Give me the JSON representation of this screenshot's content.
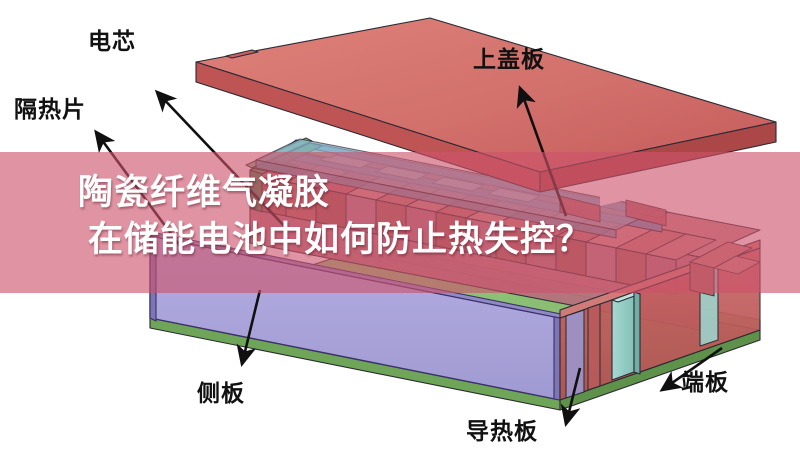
{
  "image": {
    "kind": "technical-cutaway-illustration",
    "subject": "energy-storage battery pack exploded view",
    "background_color": "#ffffff"
  },
  "banner": {
    "background_color": "#cd526a",
    "text_color": "#ffffff",
    "line1": "陶瓷纤维气凝胶",
    "line2": "在储能电池中如何防止热失控？"
  },
  "callouts": [
    {
      "id": "cell",
      "label": "电芯",
      "color": "#111111"
    },
    {
      "id": "insulation",
      "label": "隔热片",
      "color": "#111111"
    },
    {
      "id": "topcover",
      "label": "上盖板",
      "color": "#111111"
    },
    {
      "id": "sideplate",
      "label": "侧板",
      "color": "#111111"
    },
    {
      "id": "heatplate",
      "label": "导热板",
      "color": "#111111"
    },
    {
      "id": "endplate",
      "label": "端板",
      "color": "#111111"
    }
  ],
  "palette": {
    "top_cover_top": "#d9756f",
    "top_cover_front": "#c04b4b",
    "top_cover_side": "#b84a4a",
    "side_plate": "#a9a4da",
    "side_plate_edge": "#3b2f6b",
    "heat_plate": "#86c06a",
    "heat_plate_edge": "#3f7a33",
    "end_plate": "#8fcdc4",
    "end_panel_red": "#bf5a5a",
    "cell_red": "#c4726f",
    "cell_brown": "#a85f52",
    "cell_mauve": "#b07f8e",
    "busbar_blue": "#7fa8c9",
    "busbar_white": "#f0f0ea",
    "insulation_green": "#5d9c64",
    "outline": "#2a2a33"
  }
}
